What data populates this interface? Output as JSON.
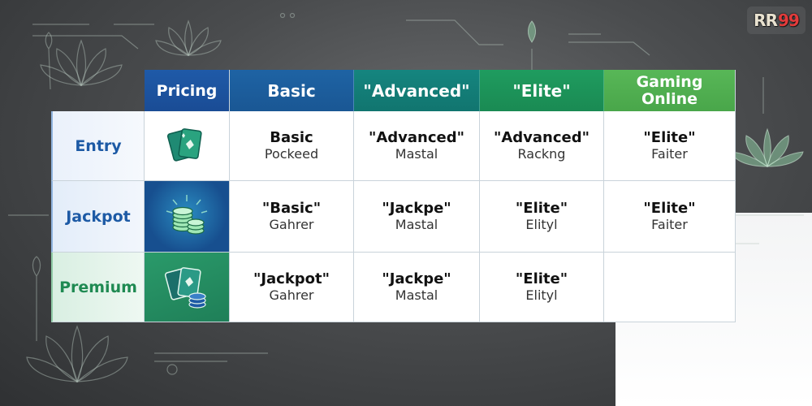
{
  "logo": {
    "prefix": "RR",
    "suffix": "99"
  },
  "table": {
    "headers": [
      "Pricing",
      "Basic",
      "\"Advanced\"",
      "\"Elite\"",
      "Gaming Online"
    ],
    "rows": [
      {
        "label": "Entry",
        "icon": "playing-cards-icon",
        "cells": [
          {
            "title": "Basic",
            "sub": "Pockeed"
          },
          {
            "title": "\"Advanced\"",
            "sub": "Mastal"
          },
          {
            "title": "\"Advanced\"",
            "sub": "Rackng"
          },
          {
            "title": "\"Elite\"",
            "sub": "Faiter"
          }
        ]
      },
      {
        "label": "Jackpot",
        "icon": "coin-stack-icon",
        "cells": [
          {
            "title": "\"Basic\"",
            "sub": "Gahrer"
          },
          {
            "title": "\"Jackpe\"",
            "sub": "Mastal"
          },
          {
            "title": "\"Elite\"",
            "sub": "Elityl"
          },
          {
            "title": "\"Elite\"",
            "sub": "Faiter"
          }
        ]
      },
      {
        "label": "Premium",
        "icon": "cards-and-chips-icon",
        "cells": [
          {
            "title": "\"Jackpot\"",
            "sub": "Gahrer"
          },
          {
            "title": "\"Jackpe\"",
            "sub": "Mastal"
          },
          {
            "title": "\"Elite\"",
            "sub": "Elityl"
          },
          {
            "title": "",
            "sub": ""
          }
        ]
      }
    ]
  },
  "colors": {
    "header_blue": "#1f5aa8",
    "header_teal": "#15857f",
    "header_green": "#1f9c5f",
    "header_lightgreen": "#58b757",
    "label_blue": "#1d5aa5",
    "label_green": "#1f8a52"
  }
}
